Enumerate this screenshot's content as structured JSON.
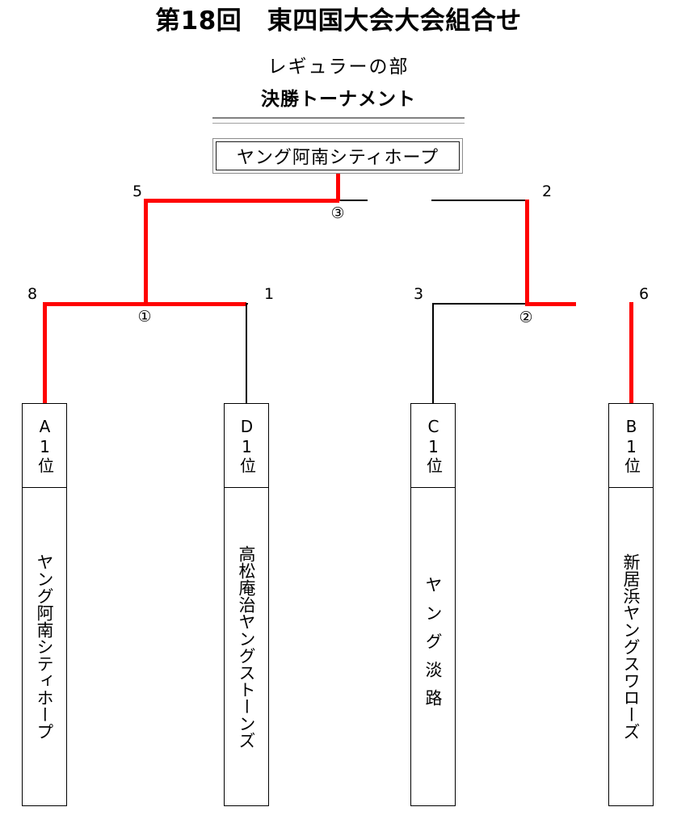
{
  "header": {
    "title": "第18回　東四国大会大会組合せ",
    "subtitle1": "レギュラーの部",
    "subtitle2": "決勝トーナメント"
  },
  "champion": {
    "label": "ヤング阿南シティホープ"
  },
  "colors": {
    "winner_path": "#ff0000",
    "line": "#000000",
    "rule": "#808080"
  },
  "bracket": {
    "seeds": [
      {
        "id": "seed-5",
        "label": "5"
      },
      {
        "id": "seed-2",
        "label": "2"
      },
      {
        "id": "seed-8",
        "label": "8"
      },
      {
        "id": "seed-1",
        "label": "1"
      },
      {
        "id": "seed-3",
        "label": "3"
      },
      {
        "id": "seed-6",
        "label": "6"
      }
    ],
    "matches": [
      {
        "id": "match-1",
        "label": "①"
      },
      {
        "id": "match-2",
        "label": "②"
      },
      {
        "id": "match-3",
        "label": "③"
      }
    ]
  },
  "teams": [
    {
      "id": "team-a1",
      "rank": "A1位",
      "name": "ヤング阿南シティホープ",
      "advanced": true
    },
    {
      "id": "team-d1",
      "rank": "D1位",
      "name": "高松庵治ヤングストーンズ",
      "advanced": false
    },
    {
      "id": "team-c1",
      "rank": "C1位",
      "name": "ヤング淡路",
      "advanced": false
    },
    {
      "id": "team-b1",
      "rank": "B1位",
      "name": "新居浜ヤングスワローズ",
      "advanced": true
    }
  ]
}
